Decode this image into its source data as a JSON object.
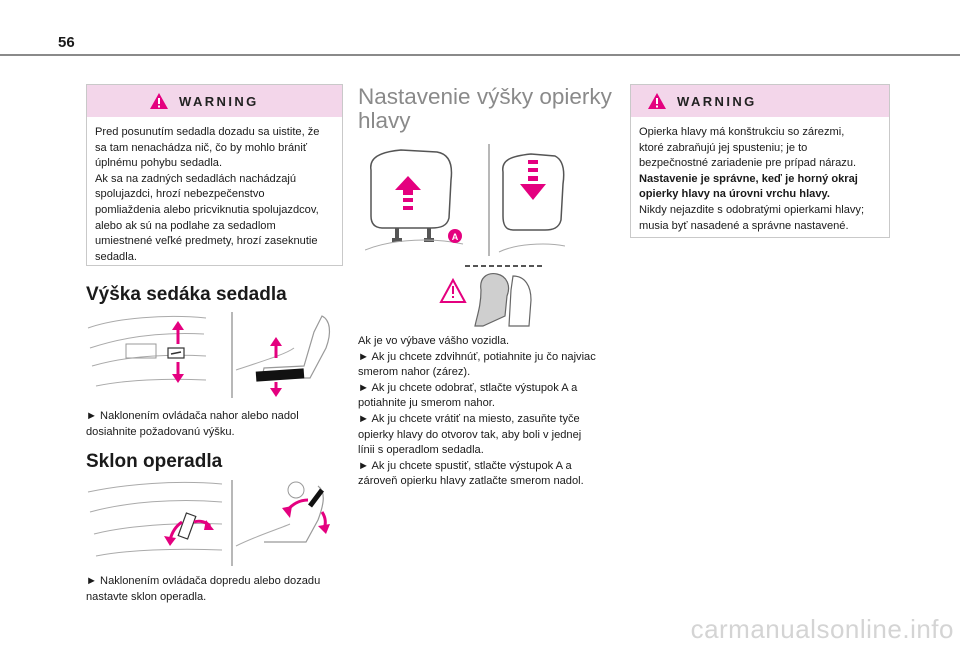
{
  "page": {
    "number": "56",
    "watermark": "carmanualsonline.info"
  },
  "colors": {
    "accent": "#e4007f",
    "warning_bg": "#f3d6ea",
    "rule": "#8a8a8a"
  },
  "left_warning": {
    "title": "WARNING",
    "icon": "warning-triangle-icon",
    "lines": [
      "Pred posunutím sedadla dozadu sa uistite, že",
      "sa tam nenachádza nič, čo by mohlo brániť",
      "úplnému pohybu sedadla.",
      "Ak sa na zadných sedadlách nachádzajú",
      "spolujazdci, hrozí nebezpečenstvo",
      "pomliaždenia alebo pricviknutia spolujazdcov,",
      "alebo ak sú na podlahe za sedadlom",
      "umiestnené veľké predmety, hrozí zaseknutie",
      "sedadla."
    ]
  },
  "seat_height": {
    "title": "Výška sedáka sedadla",
    "lines": [
      "► Naklonením ovládača nahor alebo nadol",
      "dosiahnite požadovanú výšku."
    ]
  },
  "backrest": {
    "title": "Sklon operadla",
    "lines": [
      "► Naklonením ovládača dopredu alebo dozadu",
      "nastavte sklon operadla."
    ]
  },
  "headrest": {
    "title_line1": "Nastavenie výšky opierky",
    "title_line2": "hlavy",
    "callout": "A",
    "lines": [
      "Ak je vo výbave vášho vozidla.",
      "► Ak ju chcete zdvihnúť, potiahnite ju čo najviac",
      "smerom nahor (zárez).",
      "► Ak ju chcete odobrať, stlačte výstupok A a",
      "potiahnite ju smerom nahor.",
      "► Ak ju chcete vrátiť na miesto, zasuňte tyče",
      "opierky hlavy do otvorov tak, aby boli v jednej",
      "línii s operadlom sedadla.",
      "► Ak ju chcete spustiť, stlačte výstupok A a",
      "zároveň opierku hlavy zatlačte smerom nadol."
    ]
  },
  "right_warning": {
    "title": "WARNING",
    "icon": "warning-triangle-icon",
    "lines": [
      {
        "text": "Opierka hlavy má konštrukciu so zárezmi,",
        "bold": false
      },
      {
        "text": "ktoré zabraňujú jej spusteniu; je to",
        "bold": false
      },
      {
        "text": "bezpečnostné zariadenie pre prípad nárazu.",
        "bold": false
      },
      {
        "text": "Nastavenie je správne, keď je horný okraj",
        "bold": true
      },
      {
        "text": "opierky hlavy na úrovni vrchu hlavy.",
        "bold": true
      },
      {
        "text": "Nikdy nejazdite s odobratými opierkami hlavy;",
        "bold": false
      },
      {
        "text": "musia byť nasadené a správne nastavené.",
        "bold": false
      }
    ]
  }
}
